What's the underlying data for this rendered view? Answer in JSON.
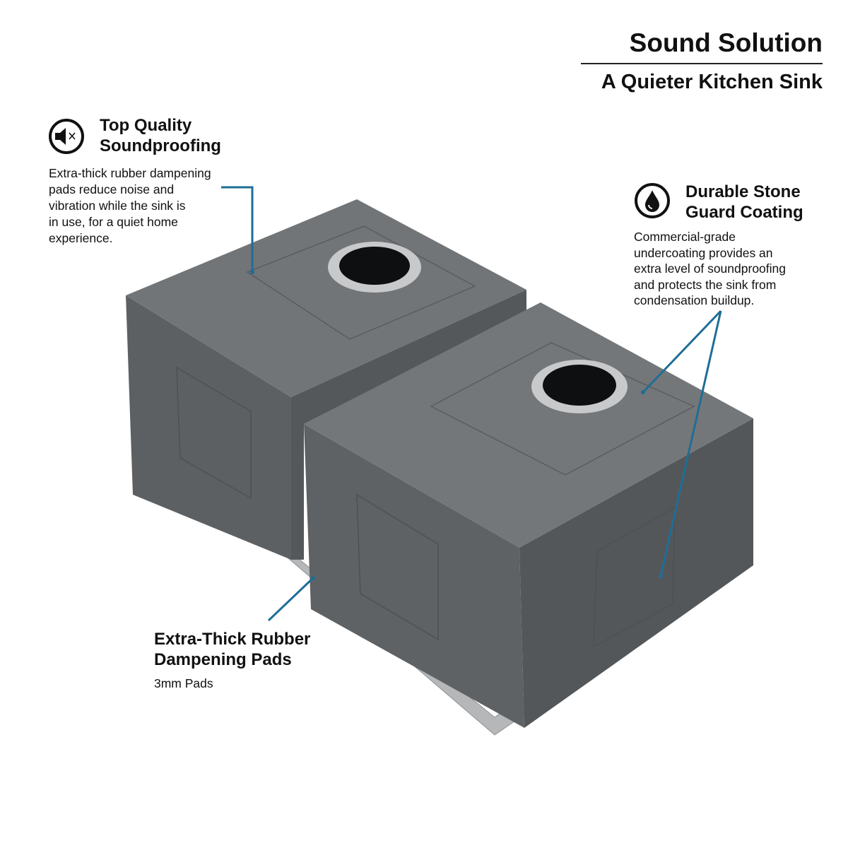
{
  "header": {
    "title": "Sound Solution",
    "subtitle": "A Quieter Kitchen Sink"
  },
  "features": [
    {
      "icon": "speaker-muted-icon",
      "title_line1": "Top Quality",
      "title_line2": "Soundproofing",
      "description_lines": [
        "Extra-thick rubber dampening",
        "pads reduce noise and",
        "vibration while the sink is",
        "in use, for a quiet home",
        "experience."
      ]
    },
    {
      "icon": "water-drop-icon",
      "title_line1": "Durable Stone",
      "title_line2": "Guard Coating",
      "description_lines": [
        "Commercial-grade",
        "undercoating provides an",
        "extra level of soundproofing",
        "and protects the sink from",
        "condensation buildup."
      ]
    },
    {
      "title_line1": "Extra-Thick Rubber",
      "title_line2": "Dampening Pads",
      "description": "3mm Pads"
    }
  ],
  "colors": {
    "callout_line": "#1f6d97",
    "sink_body": "#6b6e70",
    "flange": "#b9bbbd"
  }
}
